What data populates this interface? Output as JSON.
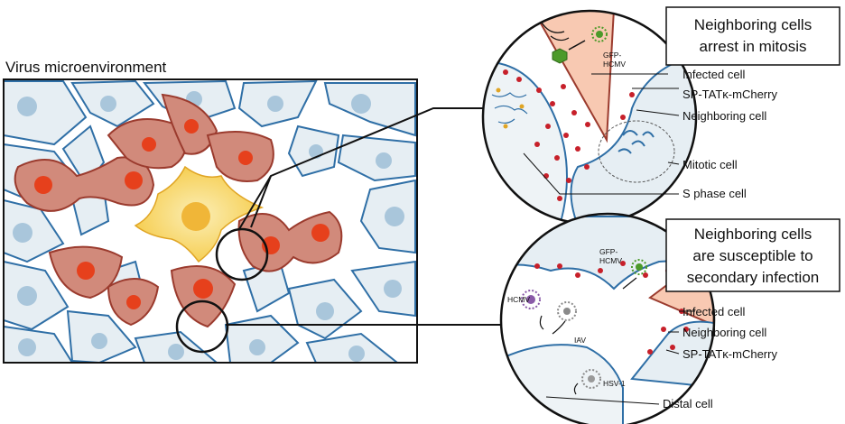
{
  "title": "Virus microenvironment",
  "top_panel": {
    "heading_line1": "Neighboring cells",
    "heading_line2": "arrest in mitosis",
    "virus_label_line1": "GFP-",
    "virus_label_line2": "HCMV",
    "labels": {
      "infected_cell": "Infected cell",
      "reporter": "SP-TATκ-mCherry",
      "neighboring_cell": "Neighboring cell",
      "mitotic_cell": "Mitotic cell",
      "s_phase_cell": "S phase cell"
    }
  },
  "bottom_panel": {
    "heading_line1": "Neighboring cells",
    "heading_line2": "are susceptible to",
    "heading_line3": "secondary infection",
    "virus_label_line1": "GFP-",
    "virus_label_line2": "HCMV",
    "viruses": {
      "hcmv": "HCMV",
      "iav": "IAV",
      "hsv1": "HSV-1"
    },
    "labels": {
      "infected_cell": "Infected cell",
      "neighboring_cell": "Neighboring cell",
      "reporter": "SP-TATκ-mCherry",
      "distal_cell": "Distal cell"
    }
  },
  "colors": {
    "cell_outline": "#2f6fa6",
    "cell_fill": "#e6eef3",
    "nucleus_blue": "#a9c6db",
    "infected_fill": "#f6cf55",
    "infected_light": "#faedb0",
    "neighbor_fill": "#d18a7b",
    "neighbor_outline": "#9b3b2e",
    "nucleus_red": "#e6401c",
    "salmon": "#f8c9b2",
    "dot_red": "#c7202a",
    "virus_green": "#4c9a2a",
    "virus_purple": "#8a5aa8",
    "virus_grey": "#8a8a8a"
  }
}
